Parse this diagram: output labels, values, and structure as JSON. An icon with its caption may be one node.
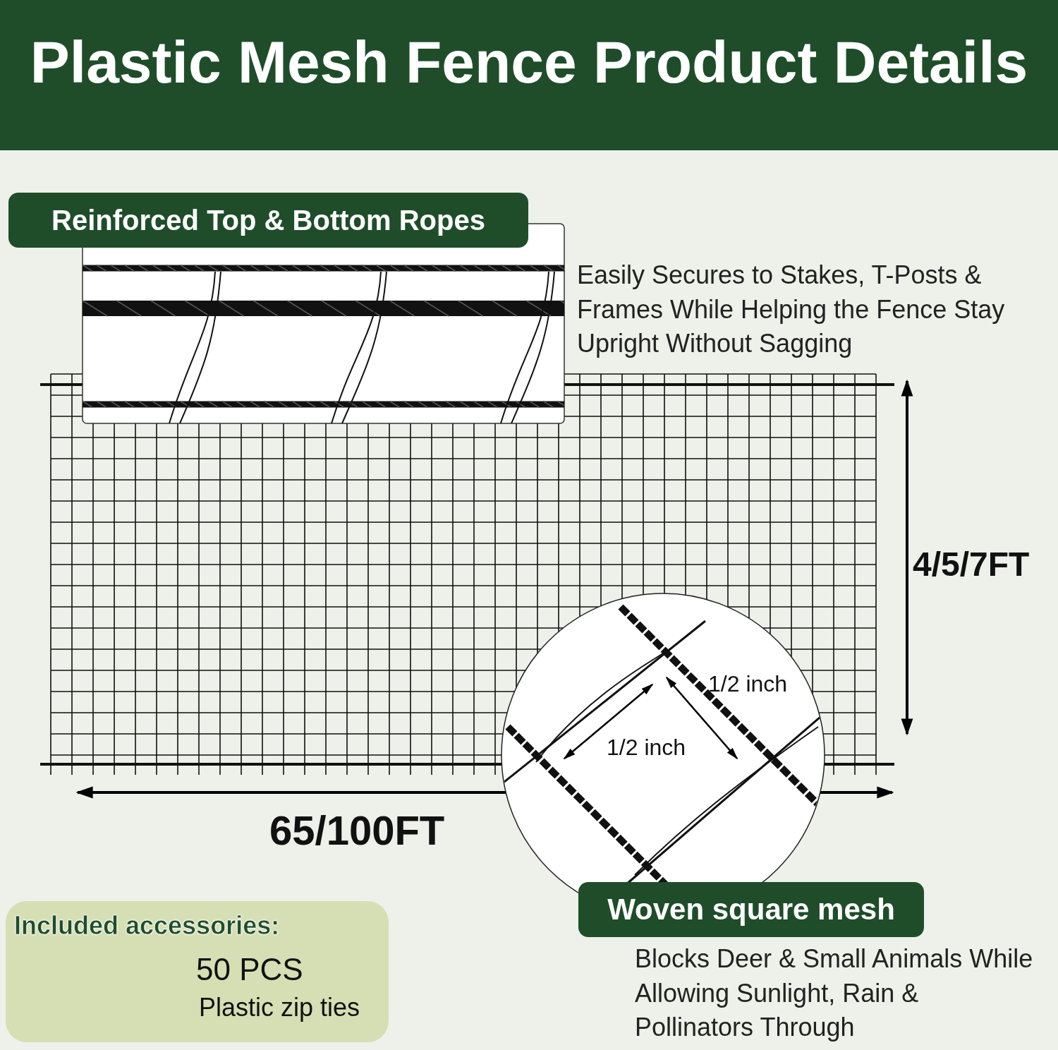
{
  "diagram": {
    "title": "Plastic Mesh Fence Product Details",
    "nodes": [
      {
        "text": [
          "Reinforced Top & Bottom Ropes"
        ]
      },
      {
        "text": [
          "Woven square mesh"
        ]
      },
      {
        "text": [
          "Included accessories:",
          "50 PCS",
          "Plastic zip ties"
        ]
      }
    ],
    "labels": [
      "Easily Secures to Stakes, T-Posts & Frames While Helping the Fence Stay Upright Without Sagging",
      "4/5/7FT",
      "1/2 inch",
      "1/2 inch",
      "65/100FT",
      "Blocks Deer & Small Animals While Allowing Sunlight, Rain & Pollinators Through"
    ]
  }
}
